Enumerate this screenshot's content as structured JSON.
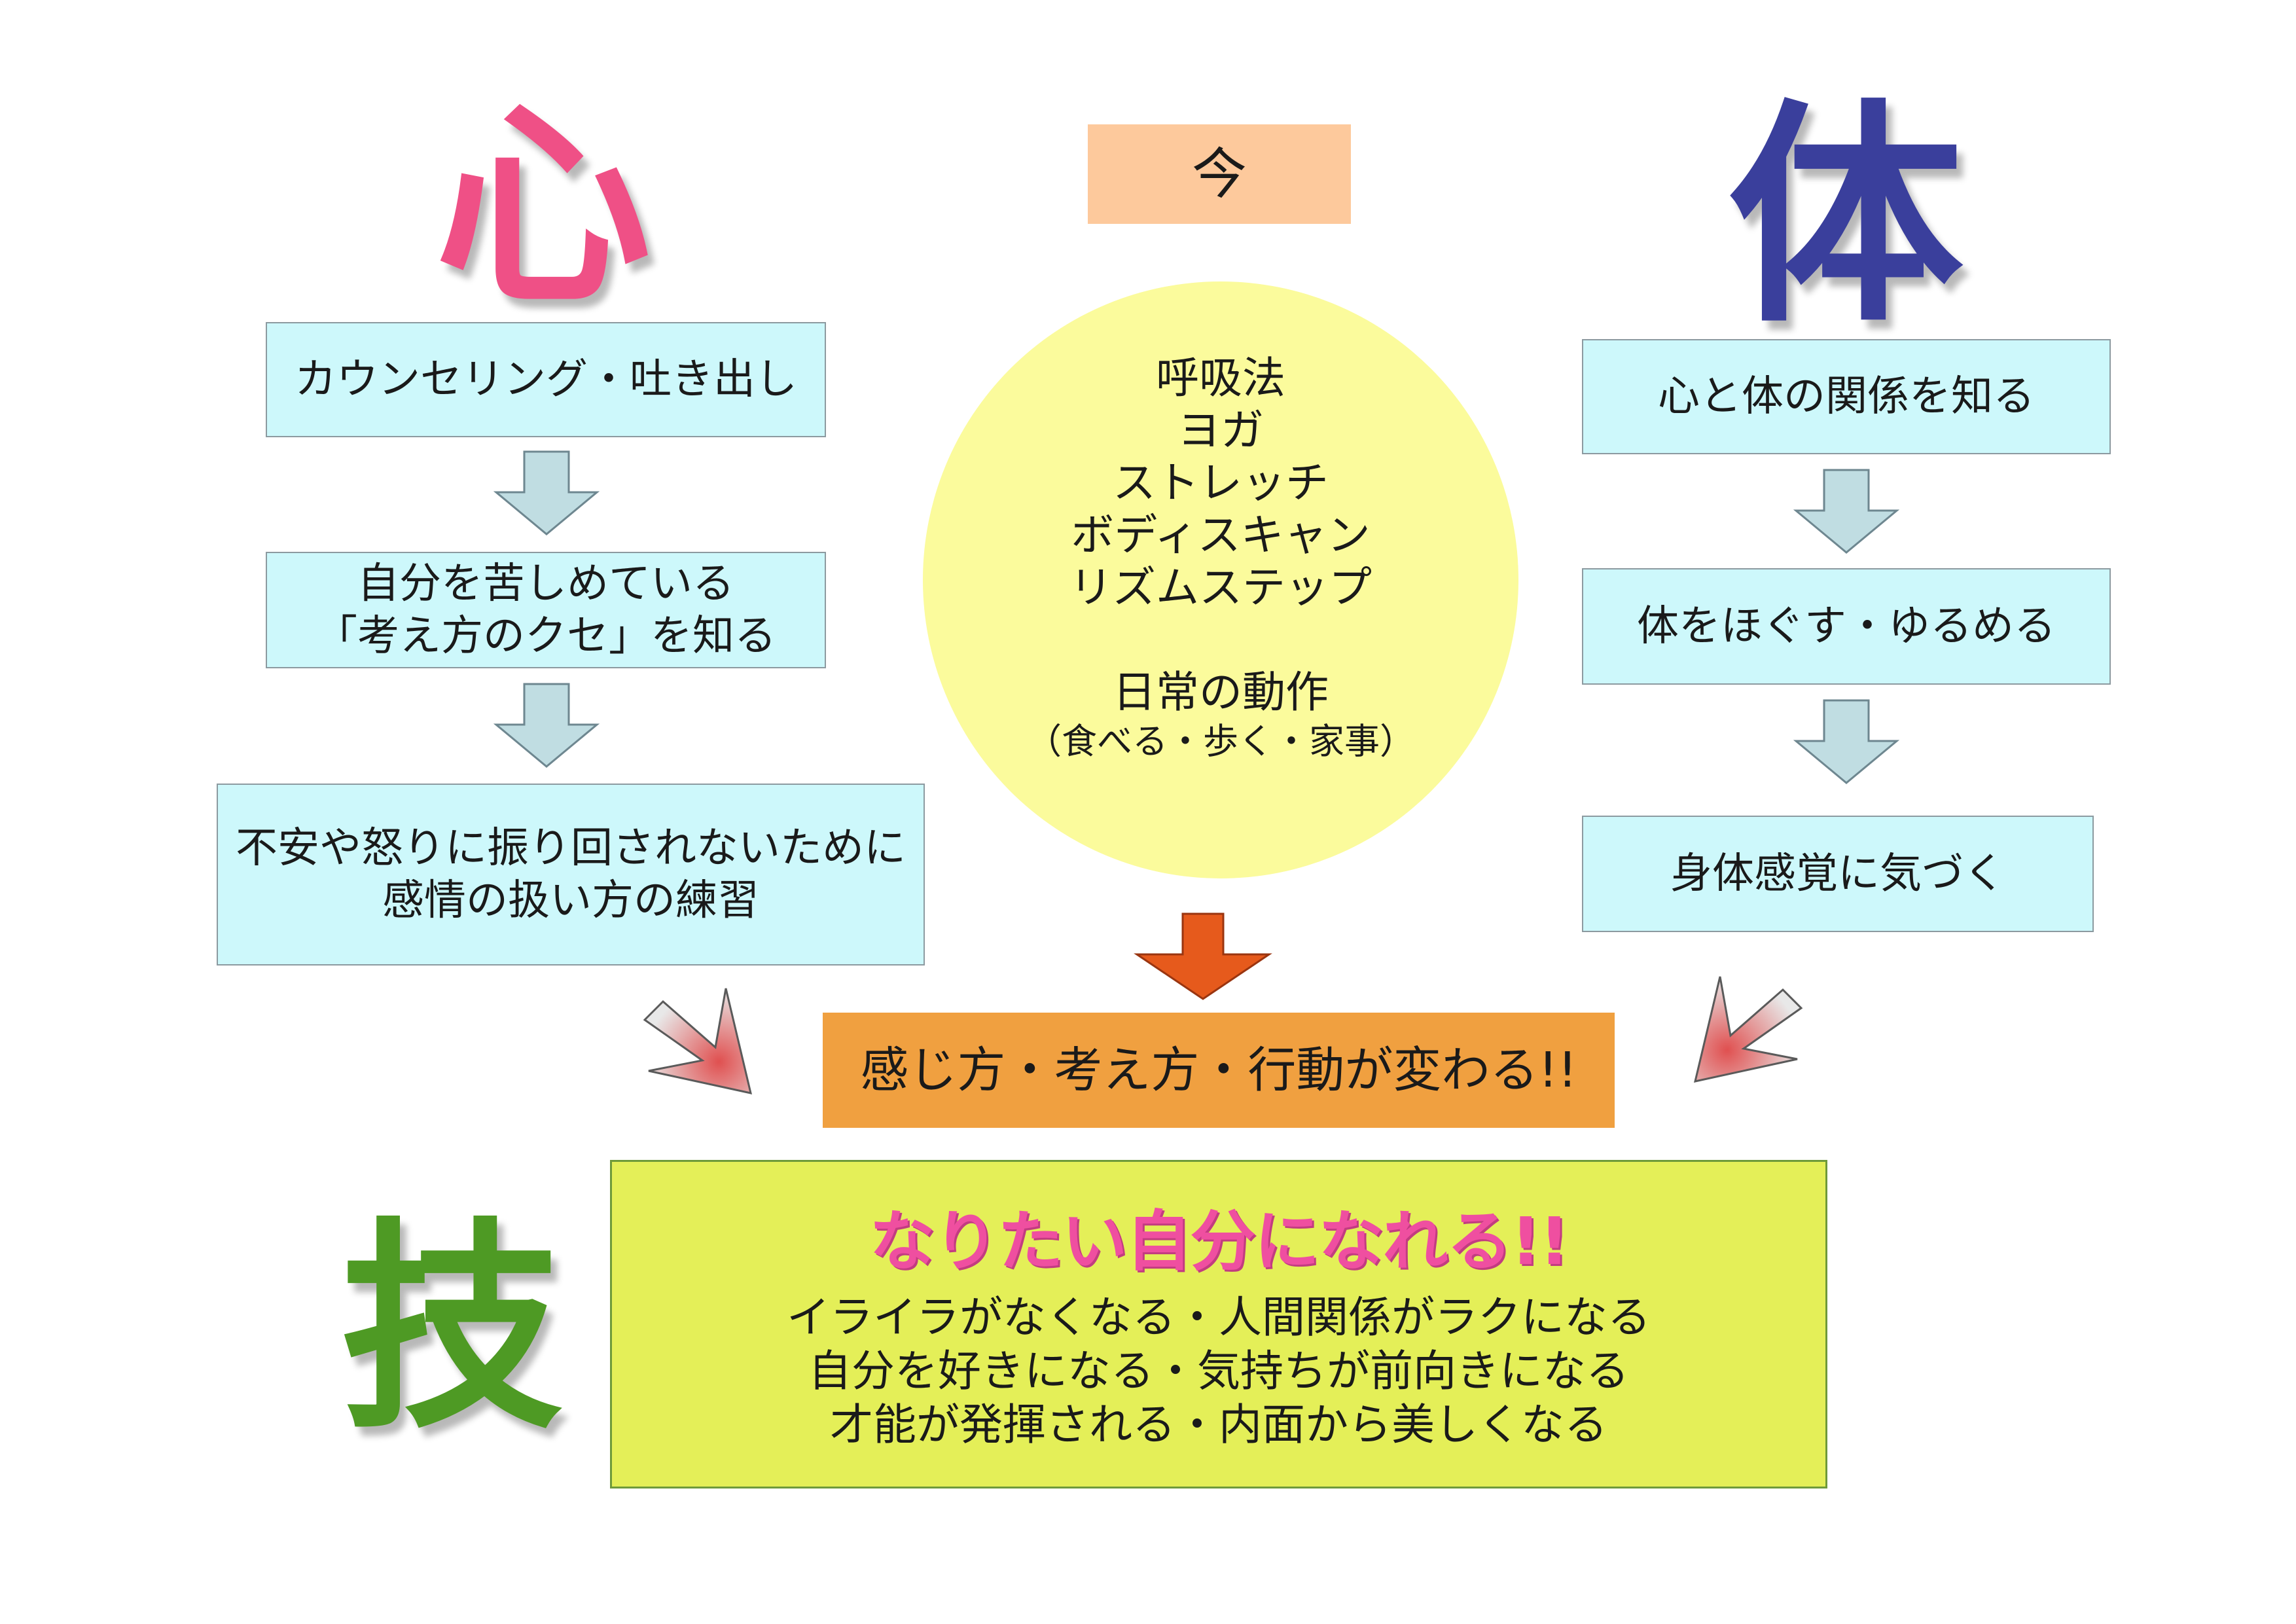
{
  "kanji": {
    "heart": "心",
    "body": "体",
    "skill": "技",
    "now": "今"
  },
  "left_column": [
    "カウンセリング・吐き出し",
    "自分を苦しめている\n「考え方のクセ」を知る",
    "不安や怒りに振り回されないために\n感情の扱い方の練習"
  ],
  "right_column": [
    "心と体の関係を知る",
    "体をほぐす・ゆるめる",
    "身体感覚に気づく"
  ],
  "center_circle": {
    "lines": [
      "呼吸法",
      "ヨガ",
      "ストレッチ",
      "ボディスキャン",
      "リズムステップ"
    ],
    "daily_title": "日常の動作",
    "daily_sub": "（食べる・歩く・家事）"
  },
  "result": "感じ方・考え方・行動が変わる!!",
  "goal": {
    "title": "なりたい自分になれる!!",
    "lines": [
      "イライラがなくなる・人間関係がラクになる",
      "自分を好きになる・気持ちが前向きになる",
      "才能が発揮される・内面から美しくなる"
    ]
  },
  "colors": {
    "heart": "#ef5086",
    "body": "#3a3f9c",
    "skill": "#4e9a24",
    "box_fill": "#cdf8fb",
    "now_box": "#fdc99c",
    "circle": "#fbfb9c",
    "result_box": "#f0a040",
    "goal_box": "#e4ef58",
    "goal_title": "#ef4fa0",
    "down_arrow": "#c0dde2",
    "center_arrow": "#e65a1c"
  }
}
